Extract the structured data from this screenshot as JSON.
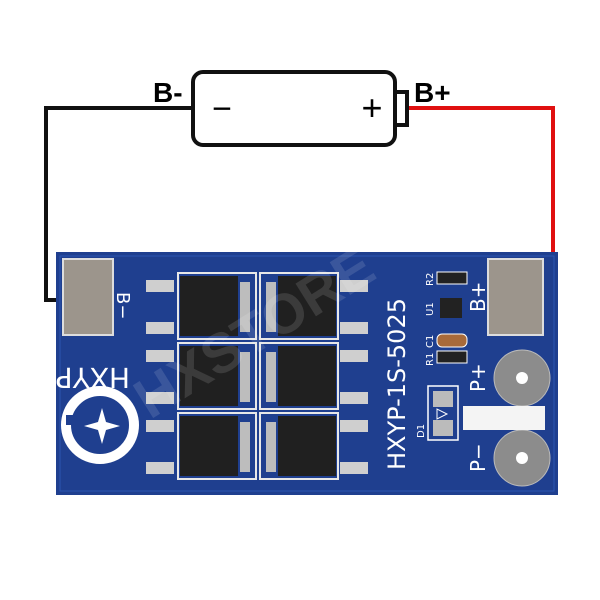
{
  "diagram": {
    "battery": {
      "minus_label": "B-",
      "plus_label": "B+",
      "minus_symbol": "−",
      "plus_symbol": "+"
    },
    "wire_colors": {
      "negative": "#111111",
      "positive": "#e01010"
    },
    "board": {
      "color": "#1f3f8f",
      "brand": "HXYP",
      "model": "HXYP-1S-5025",
      "pad_labels": {
        "b_minus": "B−",
        "b_plus": "B+",
        "p_plus": "P+",
        "p_minus": "P−"
      },
      "component_labels": {
        "r2": "R2",
        "u1": "U1",
        "c1": "C1",
        "r1": "R1",
        "d1": "D1"
      }
    },
    "watermark": "HXSTORE"
  }
}
